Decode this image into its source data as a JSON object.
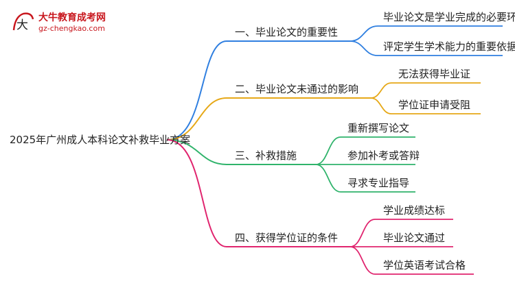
{
  "logo": {
    "title": "大牛教育成考网",
    "url": "gz-chengkao.com",
    "mark_glyph": "大"
  },
  "root": {
    "label": "2025年广州成人本科论文补救毕业方案"
  },
  "branches": [
    {
      "label": "一、毕业论文的重要性",
      "color": "#2f7fe0",
      "children": [
        "毕业论文是学业完成的必要环节",
        "评定学生学术能力的重要依据"
      ]
    },
    {
      "label": "二、毕业论文未通过的影响",
      "color": "#e6a817",
      "children": [
        "无法获得毕业证",
        "学位证申请受阻"
      ]
    },
    {
      "label": "三、补救措施",
      "color": "#2fb36b",
      "children": [
        "重新撰写论文",
        "参加补考或答辩",
        "寻求专业指导"
      ]
    },
    {
      "label": "四、获得学位证的条件",
      "color": "#e0246e",
      "children": [
        "学业成绩达标",
        "毕业论文通过",
        "学位英语考试合格"
      ]
    }
  ]
}
